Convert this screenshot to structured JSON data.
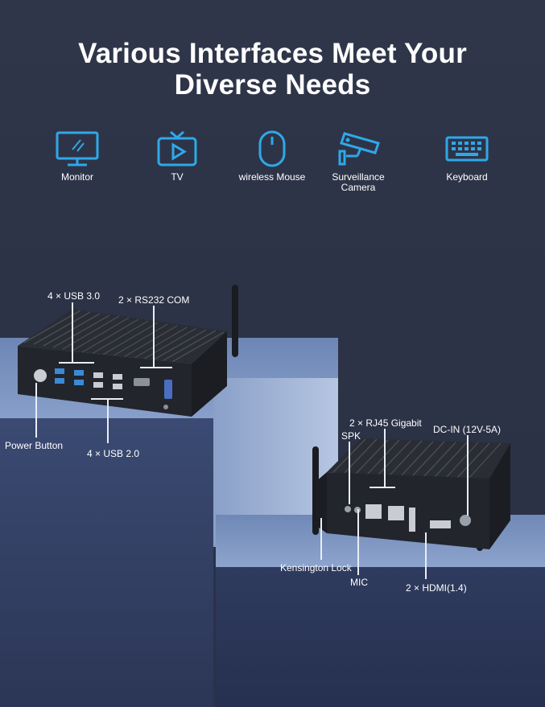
{
  "headline": {
    "line1": "Various Interfaces Meet Your",
    "line2": "Diverse Needs"
  },
  "icons": [
    {
      "icon": "monitor-icon",
      "label": "Monitor"
    },
    {
      "icon": "tv-icon",
      "label": "TV"
    },
    {
      "icon": "mouse-icon",
      "label": "wireless Mouse"
    },
    {
      "icon": "camera-icon",
      "label_line1": "Surveillance",
      "label_line2": "Camera"
    },
    {
      "icon": "keyboard-icon",
      "label": "Keyboard"
    }
  ],
  "front_panel": {
    "usb3": "4 × USB 3.0",
    "rs232": "2 × RS232 COM",
    "power": "Power Button",
    "usb2": "4 × USB 2.0"
  },
  "rear_panel": {
    "rj45": "2 × RJ45 Gigabit",
    "dcin": "DC-IN (12V-5A)",
    "spk": "SPK",
    "kensington": "Kensington Lock",
    "mic": "MIC",
    "hdmi": "2 × HDMI(1.4)"
  },
  "colors": {
    "accent": "#2fa8e8",
    "text": "#ffffff",
    "background": "#2c3347"
  }
}
